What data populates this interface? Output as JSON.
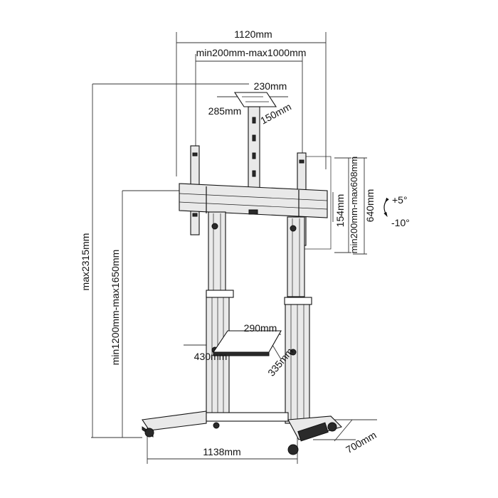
{
  "labels": {
    "total_width": "1120mm",
    "vesa_width": "min200mm-max1000mm",
    "top_shelf_w": "230mm",
    "top_shelf_d1": "285mm",
    "top_shelf_d2": "150mm",
    "max_height": "max2315mm",
    "center_height": "min1200mm-max1650mm",
    "bracket_h": "154mm",
    "vesa_height": "min200mm-max608mm",
    "plate_height": "640mm",
    "tilt_up": "+5°",
    "tilt_down": "-10°",
    "shelf_w": "290mm",
    "shelf_d1": "430mm",
    "shelf_d2": "335mm",
    "base_width": "1138mm",
    "base_depth": "700mm"
  }
}
